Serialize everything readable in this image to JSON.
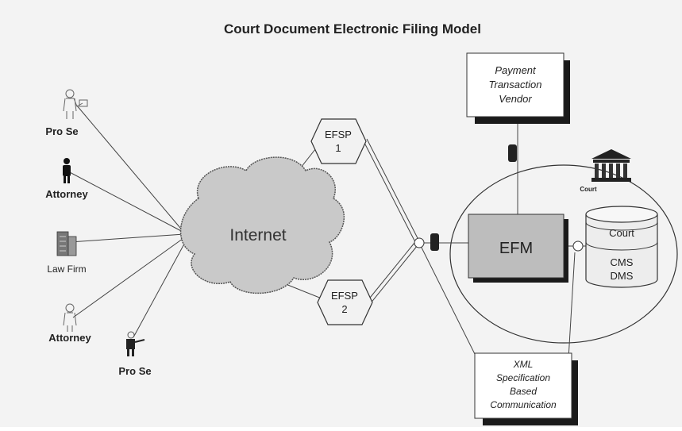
{
  "title": "Court Document Electronic Filing Model",
  "actors": [
    {
      "label": "Pro Se",
      "icon": "person-sketch-icon"
    },
    {
      "label": "Attorney",
      "icon": "person-black-icon"
    },
    {
      "label": "Law Firm",
      "icon": "building-icon"
    },
    {
      "label": "Attorney",
      "icon": "person-sketch-icon"
    },
    {
      "label": "Pro Se",
      "icon": "person-with-gavel-icon"
    }
  ],
  "cloud_label": "Internet",
  "efsp": [
    {
      "line1": "EFSP",
      "line2": "1"
    },
    {
      "line1": "EFSP",
      "line2": "2"
    }
  ],
  "efm_label": "EFM",
  "payment": {
    "line1": "Payment",
    "line2": "Transaction",
    "line3": "Vendor"
  },
  "court_icon_label": "Court",
  "database": {
    "top": "Court",
    "line1": "CMS",
    "line2": "DMS"
  },
  "xml_box": {
    "line1": "XML",
    "line2": "Specification",
    "line3": "Based",
    "line4": "Communication"
  },
  "colors": {
    "cloud": "#c9c9c9",
    "efm": "#bdbdbd",
    "ink": "#222222",
    "shadow": "#1a1a1a"
  }
}
